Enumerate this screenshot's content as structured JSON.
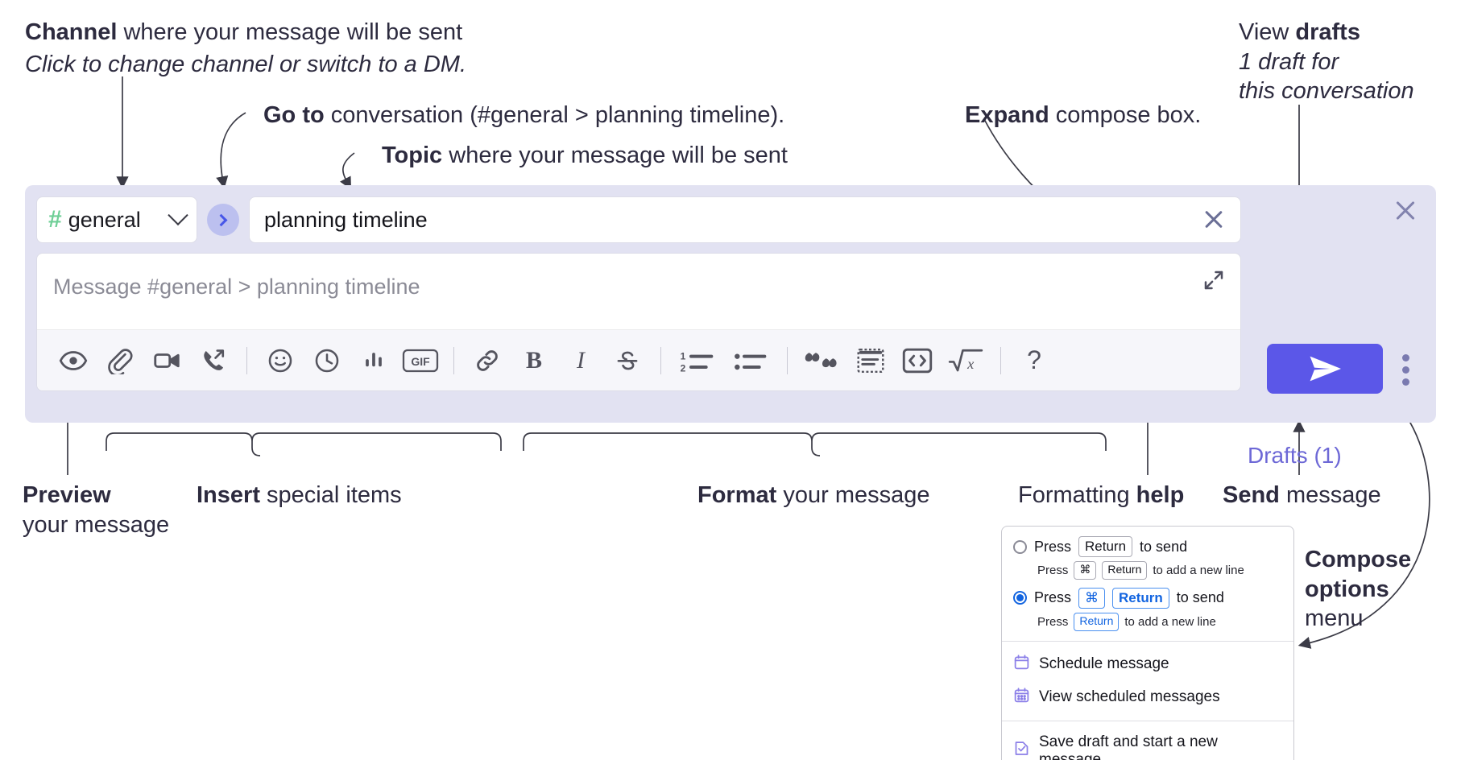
{
  "annotations": {
    "channel": {
      "bold": "Channel",
      "rest": " where your message will be sent",
      "sub": "Click to change channel or switch to a DM."
    },
    "goto": {
      "bold": "Go to",
      "rest": " conversation (#general > planning timeline)."
    },
    "topic": {
      "bold": "Topic",
      "rest": " where your message will be sent"
    },
    "expand": {
      "bold": "Expand",
      "rest": " compose box."
    },
    "drafts": {
      "line1_rest": "View ",
      "line1_bold": "drafts",
      "line2": "1 draft for",
      "line3": "this conversation"
    },
    "preview": {
      "bold": "Preview",
      "line2": "your message"
    },
    "insert": {
      "bold": "Insert",
      "rest": " special items"
    },
    "format": {
      "bold": "Format",
      "rest": " your message"
    },
    "formatting_help": {
      "rest": "Formatting ",
      "bold": "help"
    },
    "send": {
      "bold": "Send",
      "rest": " message"
    },
    "compose_options": {
      "bold1": "Compose",
      "bold2": "options",
      "rest": "menu"
    }
  },
  "compose": {
    "channel": {
      "hash": "#",
      "name": "general",
      "icon": "hash-icon",
      "chevron": "chevron-down-icon"
    },
    "goto_button": {
      "icon": "chevron-right-icon"
    },
    "topic": {
      "value": "planning timeline",
      "clear_icon": "close-icon"
    },
    "message": {
      "placeholder": "Message #general > planning timeline",
      "value": "",
      "expand_icon": "expand-icon"
    },
    "close_icon": "close-icon",
    "drafts_link": "Drafts (1)",
    "send_button": {
      "label": "",
      "icon": "paper-plane-icon",
      "color": "#5b57e8"
    },
    "kebab": {
      "icon": "more-vertical-icon"
    },
    "toolbar": [
      {
        "name": "preview-icon",
        "label": "Preview"
      },
      {
        "name": "attachment-icon",
        "label": "Attach file"
      },
      {
        "name": "video-camera-icon",
        "label": "Video clip"
      },
      {
        "name": "audio-clip-icon",
        "label": "Audio clip"
      },
      {
        "name": "divider",
        "label": ""
      },
      {
        "name": "emoji-icon",
        "label": "Emoji"
      },
      {
        "name": "clock-icon",
        "label": "Reminder"
      },
      {
        "name": "poll-icon",
        "label": "Poll"
      },
      {
        "name": "gif-icon",
        "label": "GIF"
      },
      {
        "name": "divider",
        "label": ""
      },
      {
        "name": "link-icon",
        "label": "Link"
      },
      {
        "name": "bold-icon",
        "label": "B"
      },
      {
        "name": "italic-icon",
        "label": "I"
      },
      {
        "name": "strikethrough-icon",
        "label": "S"
      },
      {
        "name": "divider",
        "label": ""
      },
      {
        "name": "ordered-list-icon",
        "label": "Ordered list"
      },
      {
        "name": "bulleted-list-icon",
        "label": "Bulleted list"
      },
      {
        "name": "divider",
        "label": ""
      },
      {
        "name": "blockquote-icon",
        "label": "Blockquote"
      },
      {
        "name": "code-block-icon",
        "label": "Code block"
      },
      {
        "name": "code-icon",
        "label": "Code"
      },
      {
        "name": "math-icon",
        "label": "Math"
      },
      {
        "name": "divider",
        "label": ""
      },
      {
        "name": "help-icon",
        "label": "?"
      }
    ]
  },
  "menu": {
    "option1": {
      "selected": false,
      "pre": "Press",
      "key": "Return",
      "post": "to send",
      "sub_pre": "Press",
      "sub_key1": "⌘",
      "sub_key2": "Return",
      "sub_post": "to add a new line"
    },
    "option2": {
      "selected": true,
      "pre": "Press",
      "key1": "⌘",
      "key2": "Return",
      "post": "to send",
      "sub_pre": "Press",
      "sub_key": "Return",
      "sub_post": "to add a new line"
    },
    "items": [
      {
        "icon": "calendar-icon",
        "label": "Schedule message"
      },
      {
        "icon": "calendar-grid-icon",
        "label": "View scheduled messages"
      },
      {
        "icon": "save-draft-icon",
        "label": "Save draft and start a new message"
      }
    ]
  },
  "colors": {
    "accent_purple": "#5b57e8",
    "hash_green": "#6fcf97",
    "goto_blue": "#4756e8",
    "drafts_purple": "#6d68d6",
    "radio_blue": "#1264e0",
    "panel_bg": "#e2e2f2"
  }
}
